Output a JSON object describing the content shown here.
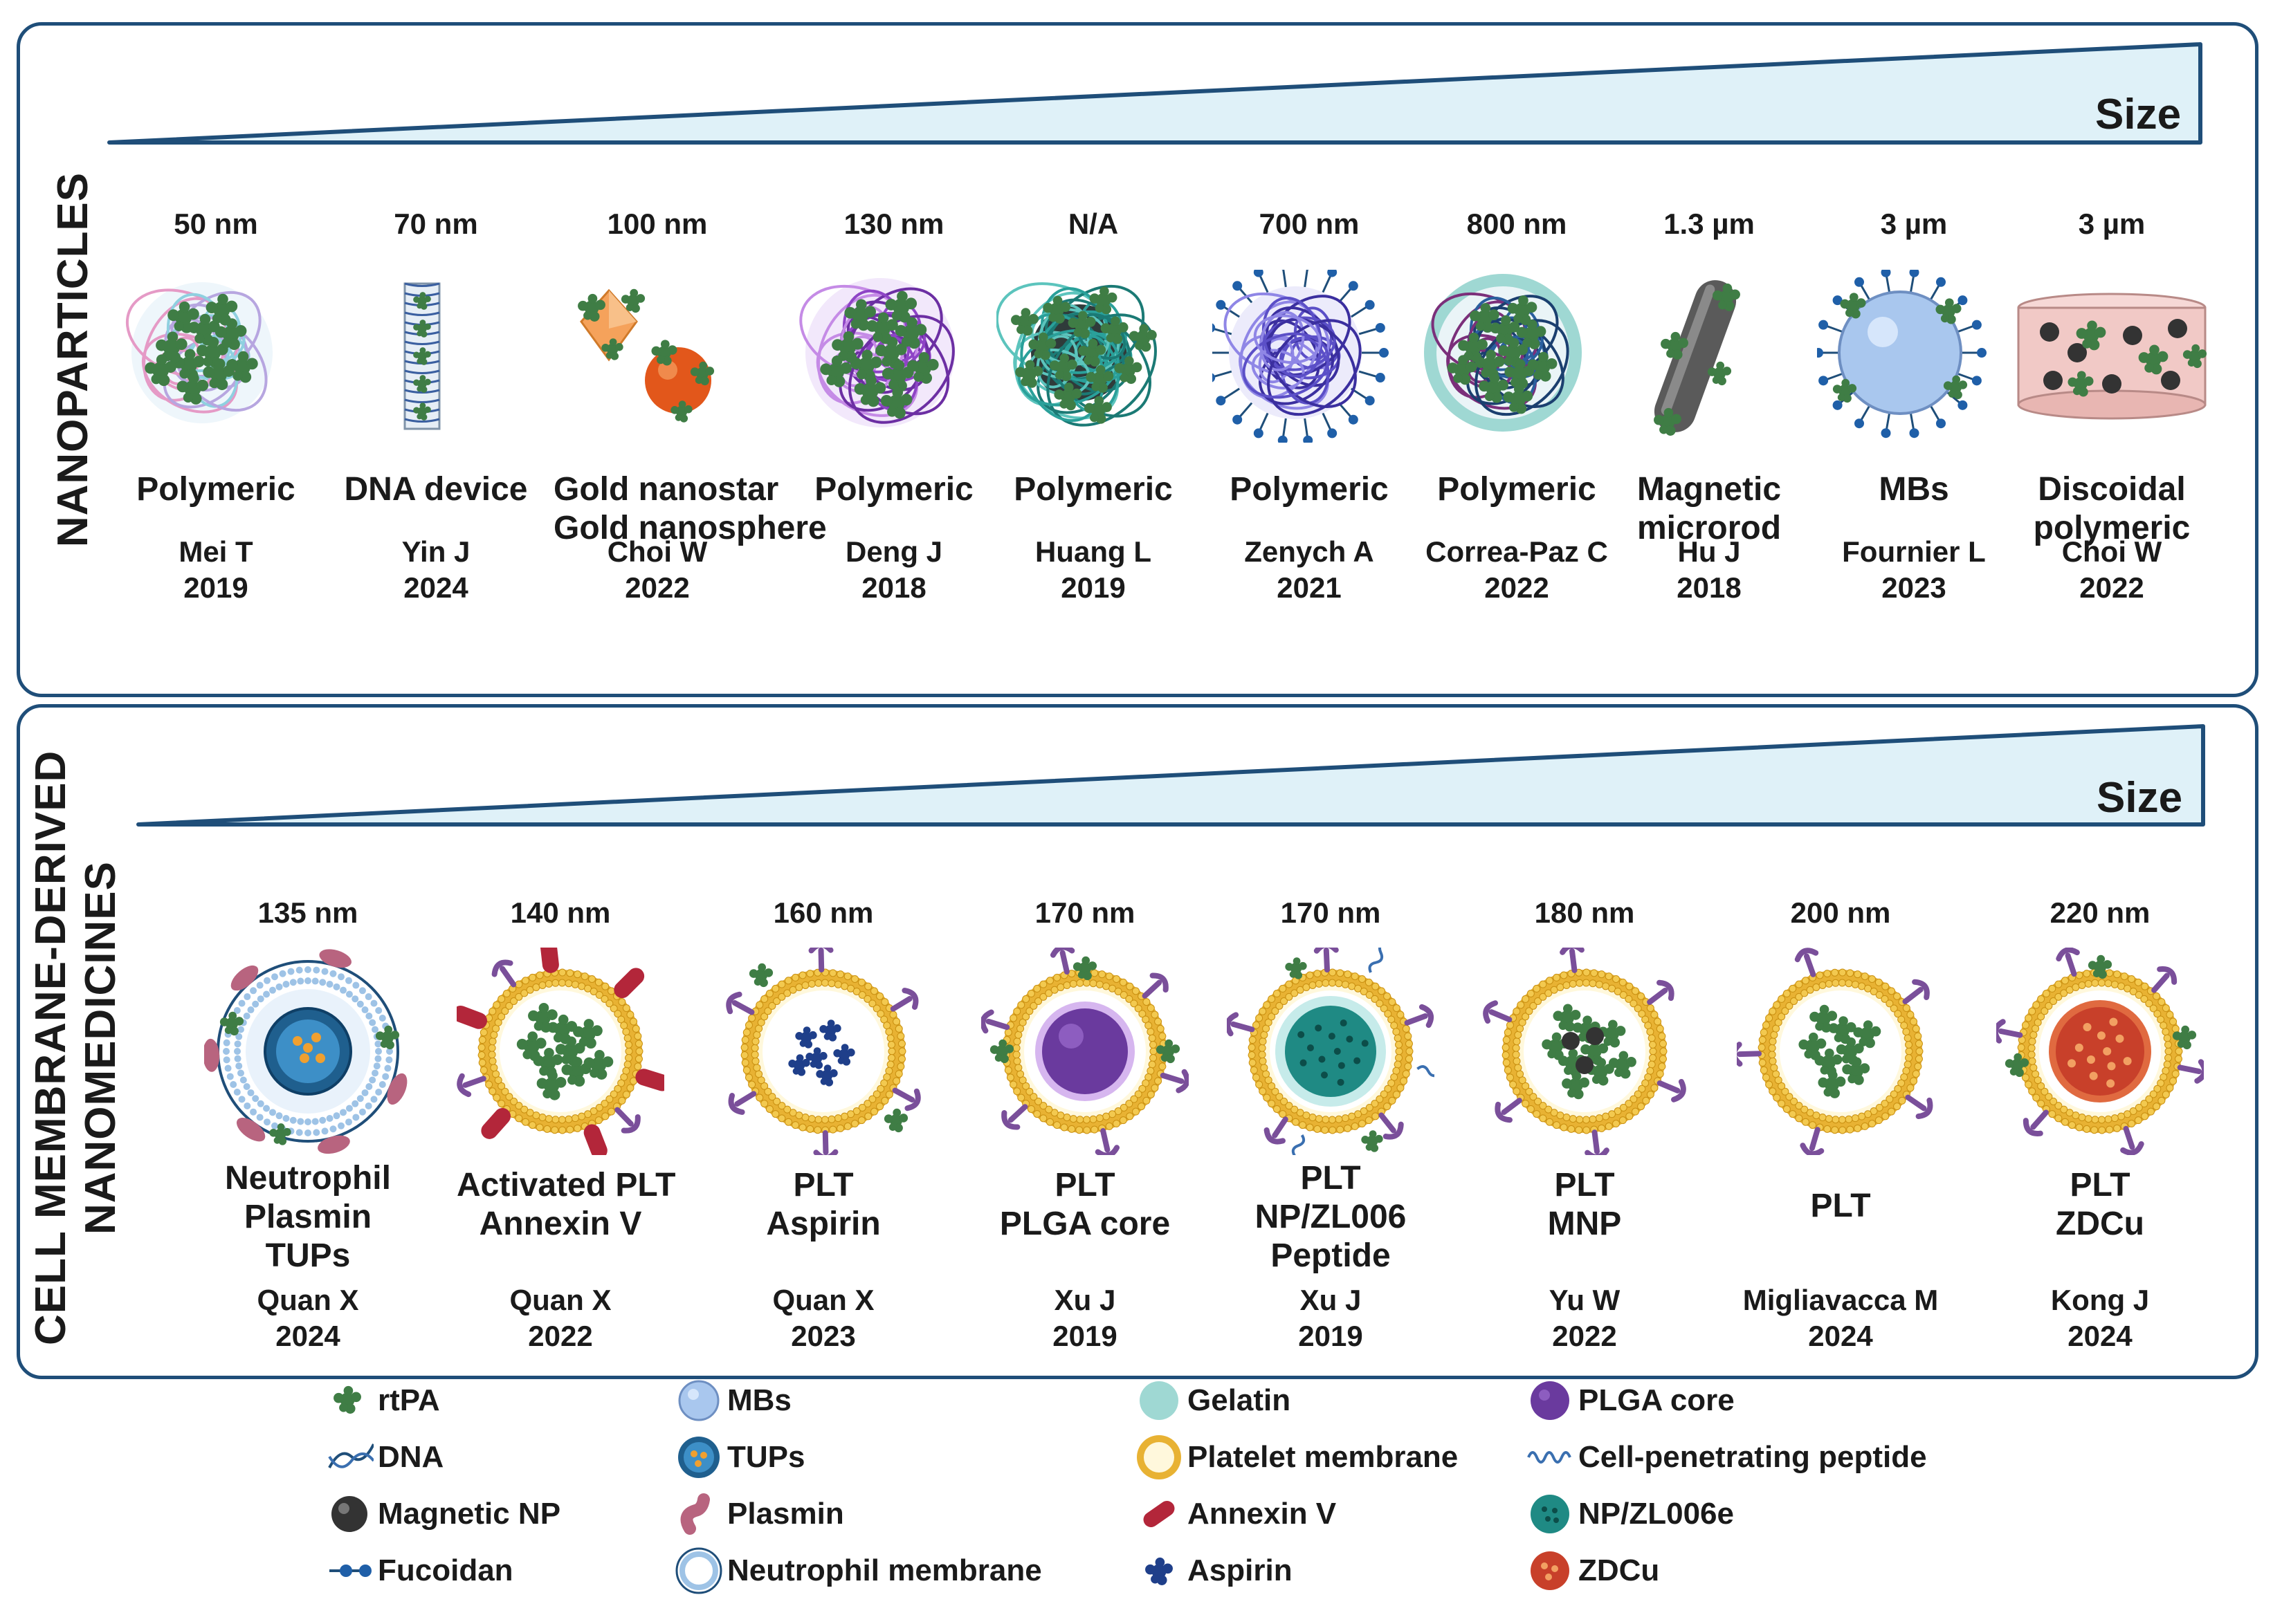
{
  "panel1": {
    "title": "NANOPARTICLES",
    "size_label": "Size",
    "items": [
      {
        "size": "50 nm",
        "type": [
          "Polymeric"
        ],
        "author": "Mei T",
        "year": "2019",
        "icon": "polymeric-rtpa-icon"
      },
      {
        "size": "70 nm",
        "type": [
          "DNA device"
        ],
        "author": "Yin J",
        "year": "2024",
        "icon": "dna-device-icon"
      },
      {
        "size": "100 nm",
        "type": [
          "Gold nanostar",
          "Gold nanosphere"
        ],
        "author": "Choi W",
        "year": "2022",
        "icon": "gold-nanostar-icon"
      },
      {
        "size": "130 nm",
        "type": [
          "Polymeric"
        ],
        "author": "Deng J",
        "year": "2018",
        "icon": "polymeric-purple-icon"
      },
      {
        "size": "N/A",
        "type": [
          "Polymeric"
        ],
        "author": "Huang L",
        "year": "2019",
        "icon": "polymeric-magnetic-icon"
      },
      {
        "size": "700 nm",
        "type": [
          "Polymeric"
        ],
        "author": "Zenych A",
        "year": "2021",
        "icon": "polymeric-fucoidan-icon"
      },
      {
        "size": "800 nm",
        "type": [
          "Polymeric"
        ],
        "author": "Correa-Paz C",
        "year": "2022",
        "icon": "polymeric-gelatin-icon"
      },
      {
        "size": "1.3 µm",
        "type": [
          "Magnetic",
          "microrod"
        ],
        "author": "Hu J",
        "year": "2018",
        "icon": "magnetic-microrod-icon"
      },
      {
        "size": "3 µm",
        "type": [
          "MBs"
        ],
        "author": "Fournier L",
        "year": "2023",
        "icon": "microbubble-icon"
      },
      {
        "size": "3 µm",
        "type": [
          "Discoidal",
          "polymeric"
        ],
        "author": "Choi W",
        "year": "2022",
        "icon": "discoidal-polymeric-icon"
      }
    ]
  },
  "panel2": {
    "title_lines": [
      "CELL MEMBRANE-DERIVED",
      "NANOMEDICINES"
    ],
    "size_label": "Size",
    "items": [
      {
        "size": "135 nm",
        "type": [
          "Neutrophil",
          "Plasmin",
          "TUPs"
        ],
        "author": "Quan X",
        "year": "2024",
        "icon": "neutrophil-tups-icon"
      },
      {
        "size": "140 nm",
        "type": [
          "Activated PLT",
          "Annexin V"
        ],
        "author": "Quan X",
        "year": "2022",
        "icon": "activated-plt-annexin-icon"
      },
      {
        "size": "160 nm",
        "type": [
          "PLT",
          "Aspirin"
        ],
        "author": "Quan X",
        "year": "2023",
        "icon": "plt-aspirin-icon"
      },
      {
        "size": "170 nm",
        "type": [
          "PLT",
          "PLGA core"
        ],
        "author": "Xu J",
        "year": "2019",
        "icon": "plt-plga-icon"
      },
      {
        "size": "170 nm",
        "type": [
          "PLT",
          "NP/ZL006",
          "Peptide"
        ],
        "author": "Xu J",
        "year": "2019",
        "icon": "plt-zl006-icon"
      },
      {
        "size": "180 nm",
        "type": [
          "PLT",
          "MNP"
        ],
        "author": "Yu W",
        "year": "2022",
        "icon": "plt-mnp-icon"
      },
      {
        "size": "200 nm",
        "type": [
          "PLT"
        ],
        "author": "Migliavacca M",
        "year": "2024",
        "icon": "plt-rtpa-icon"
      },
      {
        "size": "220 nm",
        "type": [
          "PLT",
          "ZDCu"
        ],
        "author": "Kong J",
        "year": "2024",
        "icon": "plt-zdcu-icon"
      }
    ]
  },
  "legend": [
    {
      "label": "rtPA",
      "icon": "rtpa-icon"
    },
    {
      "label": "DNA",
      "icon": "dna-icon"
    },
    {
      "label": "Magnetic NP",
      "icon": "magnetic-np-icon"
    },
    {
      "label": "Fucoidan",
      "icon": "fucoidan-icon"
    },
    {
      "label": "MBs",
      "icon": "mbs-icon"
    },
    {
      "label": "TUPs",
      "icon": "tups-icon"
    },
    {
      "label": "Plasmin",
      "icon": "plasmin-icon"
    },
    {
      "label": "Neutrophil membrane",
      "icon": "neutrophil-membrane-icon"
    },
    {
      "label": "Gelatin",
      "icon": "gelatin-icon"
    },
    {
      "label": "Platelet membrane",
      "icon": "platelet-membrane-icon"
    },
    {
      "label": "Annexin V",
      "icon": "annexin-v-icon"
    },
    {
      "label": "Aspirin",
      "icon": "aspirin-icon"
    },
    {
      "label": "PLGA core",
      "icon": "plga-core-icon"
    },
    {
      "label": "Cell-penetrating peptide",
      "icon": "cell-penetrating-peptide-icon"
    },
    {
      "label": "NP/ZL006e",
      "icon": "np-zl006e-icon"
    },
    {
      "label": "ZDCu",
      "icon": "zdcu-icon"
    }
  ],
  "colors": {
    "border": "#1f4e79",
    "ramp_fill": "#dff1f8",
    "rtpa": "#3f7d45",
    "membrane": "#e8b233",
    "plga": "#6a3a9e",
    "annexin": "#b3263a",
    "plasmin": "#b8647f",
    "aspirin": "#1f3f8a",
    "gelatin": "#9fd8d3",
    "zdcu": "#c8402a",
    "mbs": "#a9c7ee",
    "magnetic": "#3a3a3a"
  }
}
